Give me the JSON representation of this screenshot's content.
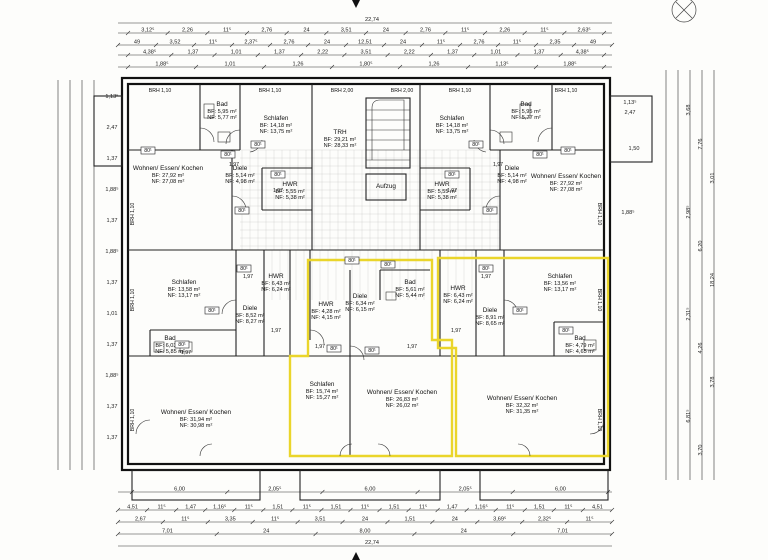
{
  "top_dims": {
    "overall": "22,74",
    "row1": [
      "3,12⁵",
      "2,26",
      "11⁵",
      "2,76",
      "24",
      "3,51",
      "24",
      "2,76",
      "11⁵",
      "2,26",
      "11⁵",
      "2,63⁵"
    ],
    "row2": [
      "49",
      "3,52",
      "11⁵",
      "2,37⁵",
      "2,76",
      "24",
      "12,51",
      "24",
      "11⁵",
      "2,76",
      "11⁵",
      "2,35",
      "49"
    ],
    "row3": [
      "4,38⁵",
      "1,37",
      "1,01",
      "1,37",
      "2,22",
      "3,51",
      "2,22",
      "1,37",
      "1,01",
      "1,37",
      "4,38⁵"
    ],
    "row3_misc": [
      "1,88⁵",
      "1,01",
      "1,26",
      "1,80⁵",
      "1,26",
      "1,13⁵",
      "1,88⁵"
    ]
  },
  "bottom_dims": {
    "overall": "22,74",
    "row1": [
      "4,51",
      "11⁵",
      "1,47",
      "1,16⁵",
      "11⁵",
      "1,51",
      "11⁵",
      "1,51",
      "11⁵",
      "1,51",
      "11⁵",
      "1,47",
      "1,16⁵",
      "11⁵",
      "1,51",
      "11⁵",
      "4,51"
    ],
    "row2": [
      "2,67",
      "11⁵",
      "3,35",
      "11⁵",
      "3,51",
      "24",
      "1,51",
      "24",
      "3,69⁵",
      "2,32⁵",
      "11⁵"
    ],
    "row3": [
      "7,01",
      "24",
      "8,00",
      "24",
      "7,01"
    ],
    "balcony": [
      "6,00",
      "2,05⁵",
      "6,00",
      "2,05⁵",
      "6,00"
    ]
  },
  "left_dims": [
    "1,13⁵",
    "2,47",
    "1,37",
    "1,88⁵",
    "1,37",
    "1,88⁵",
    "1,37",
    "1,01",
    "1,37",
    "1,88⁵",
    "1,37",
    "1,37"
  ],
  "right_dims": [
    "3,68",
    "7,76",
    "3,01",
    "2,98⁵",
    "6,20",
    "18,24",
    "2,31⁵",
    "4,26",
    "3,78",
    "6,81⁵",
    "3,70"
  ],
  "rooms": {
    "tl_bad": {
      "name": "Bad",
      "bf": "BF: 5,95 m²",
      "nf": "NF: 5,77 m²"
    },
    "tl_schlafen": {
      "name": "Schlafen",
      "bf": "BF: 14,18 m²",
      "nf": "NF: 13,75 m²"
    },
    "trh": {
      "name": "TRH",
      "bf": "BF: 29,21 m²",
      "nf": "NF: 28,33 m²"
    },
    "tr_schlafen": {
      "name": "Schlafen",
      "bf": "BF: 14,18 m²",
      "nf": "NF: 13,75 m²"
    },
    "tr_bad": {
      "name": "Bad",
      "bf": "BF: 5,95 m²",
      "nf": "NF: 5,77 m²"
    },
    "tl_wohnen": {
      "name": "Wohnen/ Essen/ Kochen",
      "bf": "BF: 27,92 m²",
      "nf": "NF: 27,08 m²"
    },
    "tl_diele": {
      "name": "Diele",
      "bf": "BF: 5,14 m²",
      "nf": "NF: 4,98 m²"
    },
    "tl_hwr": {
      "name": "HWR",
      "bf": "BF: 5,55 m²",
      "nf": "NF: 5,38 m²"
    },
    "aufzug": {
      "name": "Aufzug"
    },
    "tr_hwr": {
      "name": "HWR",
      "bf": "BF: 5,55 m²",
      "nf": "NF: 5,38 m²"
    },
    "tr_diele": {
      "name": "Diele",
      "bf": "BF: 5,14 m²",
      "nf": "NF: 4,98 m²"
    },
    "tr_wohnen": {
      "name": "Wohnen/ Essen/ Kochen",
      "bf": "BF: 27,92 m²",
      "nf": "NF: 27,08 m²"
    },
    "bl_schlafen": {
      "name": "Schlafen",
      "bf": "BF: 13,58 m²",
      "nf": "NF: 13,17 m²"
    },
    "bl_hwr": {
      "name": "HWR",
      "bf": "BF: 6,43 m²",
      "nf": "NF: 6,24 m²"
    },
    "bl_diele": {
      "name": "Diele",
      "bf": "BF: 8,52 m²",
      "nf": "NF: 8,27 m²"
    },
    "bl_bad": {
      "name": "Bad",
      "bf": "BF: 6,03 m²",
      "nf": "NF: 5,85 m²"
    },
    "bl_wohnen": {
      "name": "Wohnen/ Essen/ Kochen",
      "bf": "BF: 31,94 m²",
      "nf": "NF: 30,98 m²"
    },
    "bm_hwr": {
      "name": "HWR",
      "bf": "BF: 4,28 m²",
      "nf": "NF: 4,15 m²"
    },
    "bm_diele": {
      "name": "Diele",
      "bf": "BF: 6,34 m²",
      "nf": "NF: 6,15 m²"
    },
    "bm_bad": {
      "name": "Bad",
      "bf": "BF: 5,61 m²",
      "nf": "NF: 5,44 m²"
    },
    "bm_schlafen": {
      "name": "Schlafen",
      "bf": "BF: 15,74 m²",
      "nf": "NF: 15,27 m²"
    },
    "bm_wohnen": {
      "name": "Wohnen/ Essen/ Kochen",
      "bf": "BF: 26,83 m²",
      "nf": "NF: 26,02 m²"
    },
    "br_hwr": {
      "name": "HWR",
      "bf": "BF: 6,43 m²",
      "nf": "NF: 6,24 m²"
    },
    "br_diele": {
      "name": "Diele",
      "bf": "BF: 8,91 m²",
      "nf": "NF: 8,65 m²"
    },
    "br_schlafen": {
      "name": "Schlafen",
      "bf": "BF: 13,56 m²",
      "nf": "NF: 13,17 m²"
    },
    "br_bad": {
      "name": "Bad",
      "bf": "BF: 4,79 m²",
      "nf": "NF: 4,65 m²"
    },
    "br_wohnen": {
      "name": "Wohnen/ Essen/ Kochen",
      "bf": "BF: 32,32 m²",
      "nf": "NF: 31,35 m²"
    }
  },
  "window_tags": {
    "brh_top": [
      "BRH 1,10",
      "BRH 1,10",
      "BRH 2,00",
      "BRH 2,00",
      "BRH 1,10",
      "BRH 1,10"
    ],
    "brh_side": [
      "BRH 1,10",
      "BRH 1,10",
      "BRH 1,10",
      "BRH 1,10",
      "BRH 1,10",
      "BRH 1,10"
    ]
  },
  "door_tags": [
    "80¹",
    "80¹",
    "80¹",
    "80¹",
    "80¹",
    "80¹",
    "80¹",
    "80¹",
    "80¹",
    "80¹",
    "80¹",
    "80¹",
    "80¹",
    "80¹",
    "80¹",
    "80¹",
    "80¹",
    "80¹",
    "80¹",
    "80¹"
  ],
  "door_heights": [
    "1,97",
    "1,97",
    "1,97",
    "1,97",
    "1,97",
    "1,97",
    "1,97",
    "1,97",
    "1,97",
    "1,97",
    "1,97"
  ],
  "misc": {
    "stair_width": "1,50",
    "right_top": "1,13⁵",
    "right_2": "2,47",
    "right_3": "1,88⁵"
  },
  "colors": {
    "highlight": "#ead52a",
    "wall": "#111111",
    "grid": "#c8c8c8"
  }
}
